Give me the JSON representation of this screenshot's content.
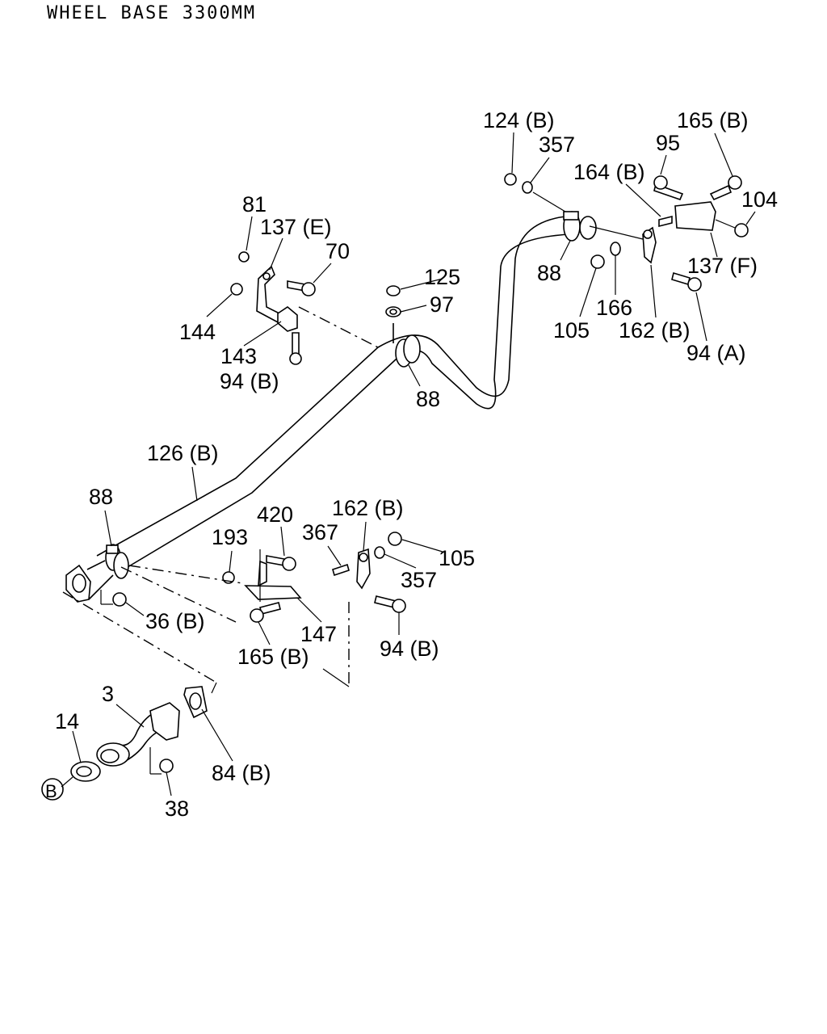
{
  "title": "WHEEL BASE 3300MM",
  "callouts": {
    "c124b": "124 (B)",
    "c357a": "357",
    "c165b_top": "165 (B)",
    "c95": "95",
    "c164b": "164 (B)",
    "c104": "104",
    "c81": "81",
    "c137e": "137 (E)",
    "c70": "70",
    "c125": "125",
    "c97": "97",
    "c88_top": "88",
    "c137f": "137 (F)",
    "c166": "166",
    "c105_top": "105",
    "c162b_top": "162 (B)",
    "c94a": "94 (A)",
    "c144": "144",
    "c143": "143",
    "c94b_top": "94 (B)",
    "c88_mid": "88",
    "c126b": "126 (B)",
    "c88_left": "88",
    "c420": "420",
    "c193": "193",
    "c367": "367",
    "c162b_low": "162 (B)",
    "c105_low": "105",
    "c357b": "357",
    "c36b": "36 (B)",
    "c147": "147",
    "c165b_low": "165 (B)",
    "c94b_low": "94 (B)",
    "c3": "3",
    "c14": "14",
    "c84b": "84 (B)",
    "c38": "38",
    "marker_b": "B"
  }
}
